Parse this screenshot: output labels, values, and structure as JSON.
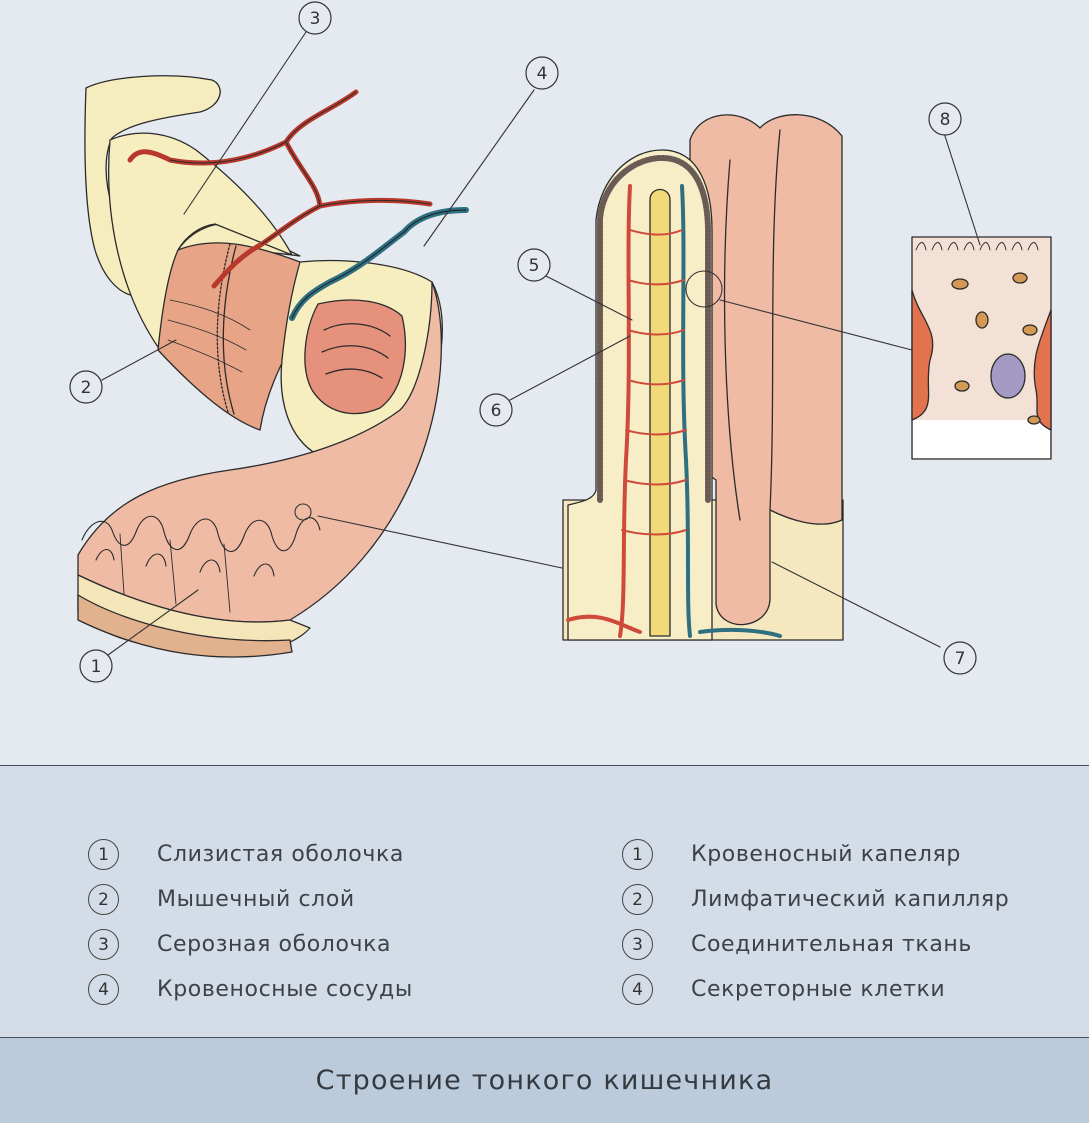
{
  "diagram": {
    "callouts": [
      "1",
      "2",
      "3",
      "4",
      "5",
      "6",
      "7",
      "8"
    ]
  },
  "legend": {
    "left": [
      {
        "num": "1",
        "text": "Слизистая оболочка"
      },
      {
        "num": "2",
        "text": "Мышечный слой"
      },
      {
        "num": "3",
        "text": "Серозная оболочка"
      },
      {
        "num": "4",
        "text": "Кровеносные сосуды"
      }
    ],
    "right": [
      {
        "num": "1",
        "text": "Кровеносный капеляр"
      },
      {
        "num": "2",
        "text": "Лимфатический капилляр"
      },
      {
        "num": "3",
        "text": "Соединительная ткань"
      },
      {
        "num": "4",
        "text": "Секреторные клетки"
      }
    ]
  },
  "footer": {
    "title": "Строение тонкого кишечника"
  },
  "colors": {
    "background": "#e4eaef",
    "legend_band": "#d4dde7",
    "footer_band": "#bccbdb",
    "serosa": "#f7eec0",
    "muscle": "#e8a386",
    "mucosa": "#efb9a3",
    "artery": "#cf4a3b",
    "vein": "#2e6f82",
    "lymph": "#f2da7a"
  }
}
